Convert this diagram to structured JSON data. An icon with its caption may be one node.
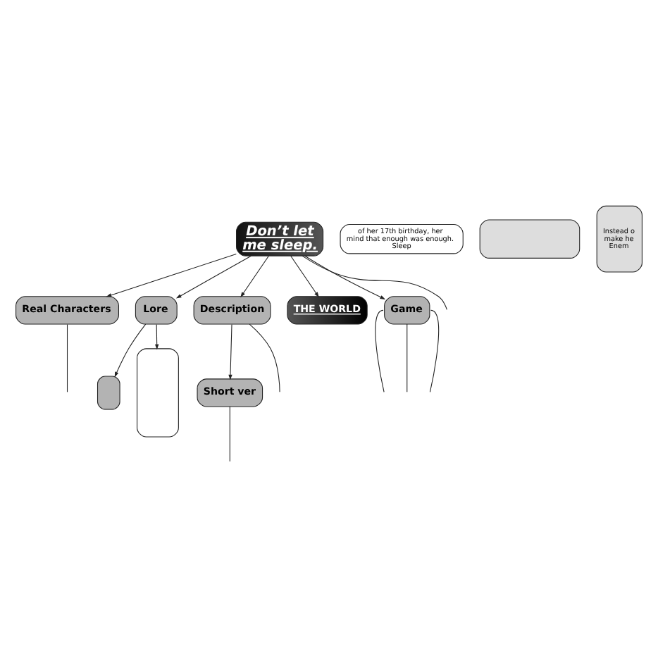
{
  "diagram": {
    "nodes": [
      {
        "text": [
          "Don’t let me sleep."
        ]
      },
      {
        "text": [
          "Real Characters"
        ]
      },
      {
        "text": [
          "Lore"
        ]
      },
      {
        "text": [
          "Description"
        ]
      },
      {
        "text": [
          "Short ver"
        ]
      },
      {
        "text": [
          "THE WORLD"
        ]
      },
      {
        "text": [
          "Game"
        ]
      },
      {
        "text": [
          "of her 17th birthday, her mind that enough was enough. Sleep"
        ]
      },
      {
        "text": [],
        "shape": "box"
      },
      {
        "text": [],
        "shape": "box"
      },
      {
        "text": [],
        "shape": "box"
      },
      {
        "text": [
          "Instead o make he Enem"
        ]
      }
    ],
    "edges": [
      {
        "from": 0,
        "to": 1,
        "arrow": "to"
      },
      {
        "from": 1,
        "to": null,
        "arrow": "none"
      },
      {
        "from": 0,
        "to": 2,
        "arrow": "to"
      },
      {
        "from": 2,
        "to": 9,
        "arrow": "to"
      },
      {
        "from": 2,
        "to": 8,
        "arrow": "to"
      },
      {
        "from": 0,
        "to": 3,
        "arrow": "to"
      },
      {
        "from": 3,
        "to": 4,
        "arrow": "to"
      },
      {
        "from": 3,
        "to": null,
        "arrow": "none"
      },
      {
        "from": 4,
        "to": null,
        "arrow": "none"
      },
      {
        "from": 0,
        "to": 5,
        "arrow": "to"
      },
      {
        "from": 0,
        "to": 6,
        "arrow": "to"
      },
      {
        "from": 0,
        "to": null,
        "arrow": "none"
      },
      {
        "from": 6,
        "to": null,
        "arrow": "none"
      },
      {
        "from": 6,
        "to": null,
        "arrow": "none"
      },
      {
        "from": 6,
        "to": null,
        "arrow": "none"
      }
    ]
  }
}
